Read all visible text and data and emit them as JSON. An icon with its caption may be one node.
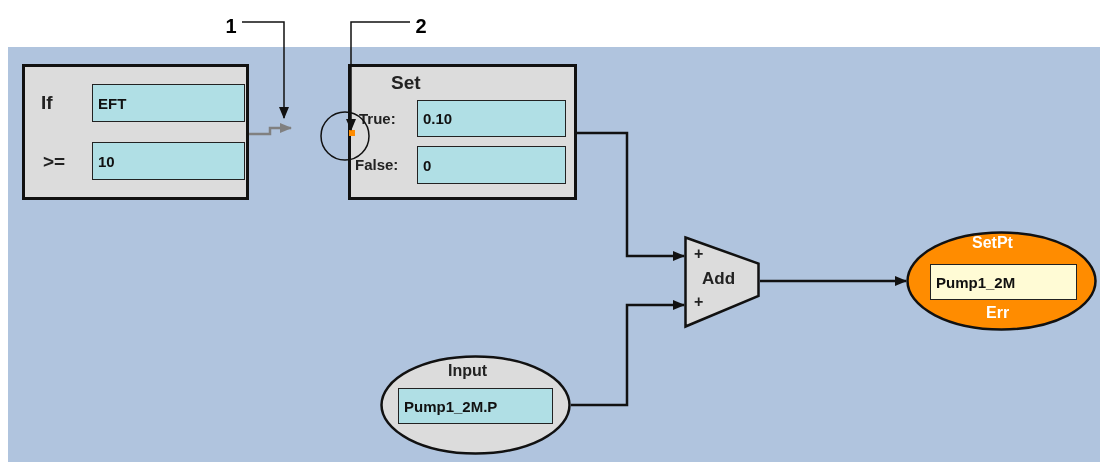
{
  "diagram": {
    "nodes": [
      {
        "text": [
          "1"
        ]
      },
      {
        "text": [
          "2"
        ]
      },
      {
        "text": [
          "If",
          ">="
        ]
      },
      {
        "text": [
          "EFT"
        ],
        "in": 2
      },
      {
        "text": [
          "10"
        ],
        "in": 2
      },
      {
        "text": [
          "Set",
          "True:",
          "False:"
        ]
      },
      {
        "text": [],
        "shape": "box",
        "in": 5
      },
      {
        "text": [
          "0.10"
        ],
        "in": 5
      },
      {
        "text": [
          "0"
        ],
        "in": 5
      },
      {
        "text": [
          "+",
          "Add",
          "+"
        ]
      },
      {
        "text": [
          "SetPt",
          "Err"
        ]
      },
      {
        "text": [
          "Pump1_2M"
        ],
        "in": 10
      },
      {
        "text": [
          "Input"
        ]
      },
      {
        "text": [
          "Pump1_2M.P"
        ],
        "in": 12
      }
    ],
    "edges": [
      {
        "from": 0,
        "to": null,
        "arrow": "to"
      },
      {
        "from": 1,
        "to": 6,
        "arrow": "to"
      },
      {
        "from": 2,
        "to": null,
        "arrow": "to",
        "color": "#808080"
      },
      {
        "from": 5,
        "to": 9,
        "arrow": "to"
      },
      {
        "from": 12,
        "to": 9,
        "arrow": "to"
      },
      {
        "from": 9,
        "to": 10,
        "arrow": "to"
      }
    ]
  }
}
